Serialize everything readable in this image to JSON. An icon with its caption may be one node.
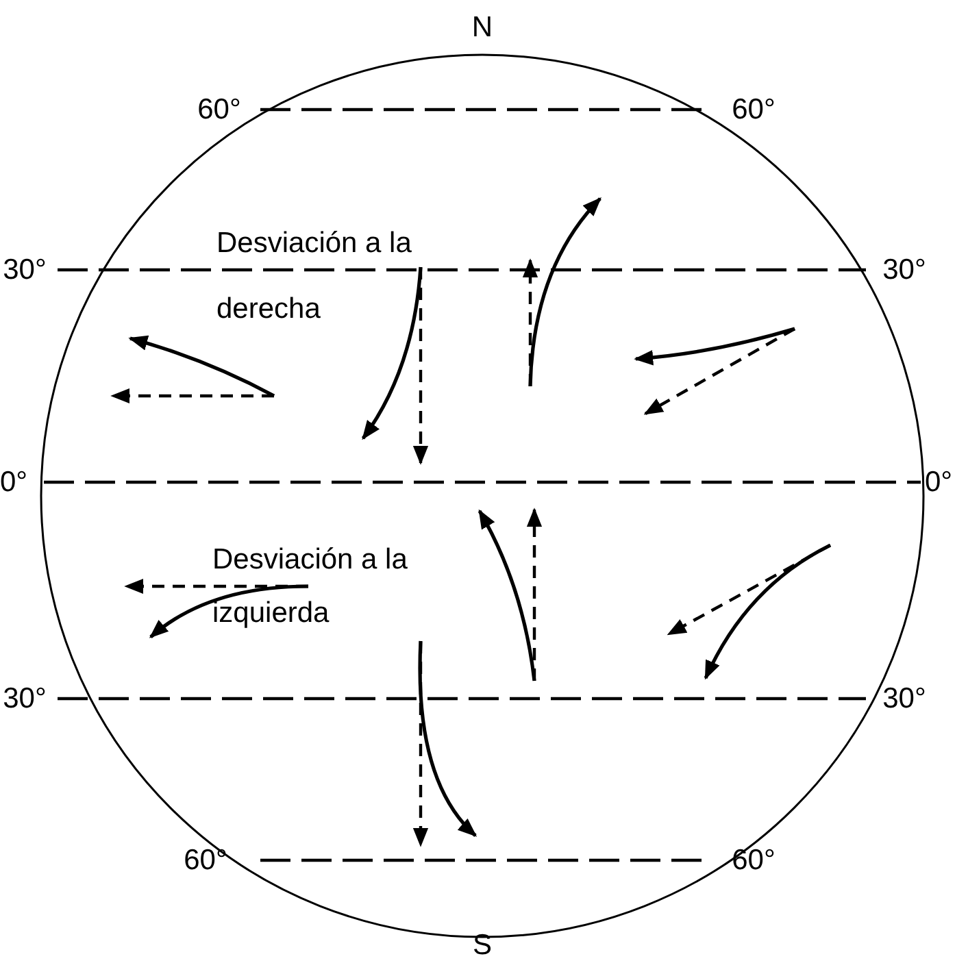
{
  "diagram": {
    "labels": [
      "N",
      "60°",
      "60°",
      "Desviación a la derecha",
      "30°",
      "30°",
      "0°",
      "0°",
      "Desviación a la izquierda",
      "30°",
      "30°",
      "60°",
      "60°",
      "S"
    ]
  }
}
